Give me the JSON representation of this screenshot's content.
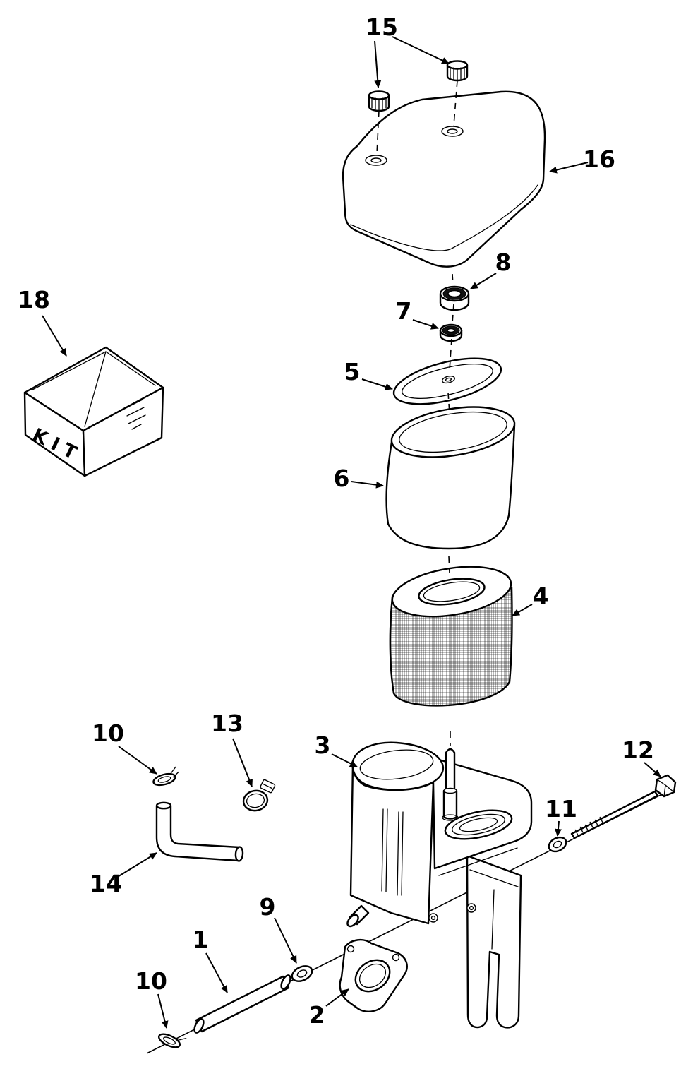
{
  "figure": {
    "subject": "air-cleaner-assembly-exploded-view",
    "colors": {
      "ink": "#000000",
      "paper": "#ffffff"
    },
    "kit_label": "KIT",
    "callouts": {
      "wing_caps": "15",
      "cover": "16",
      "grommet": "8",
      "cup_washer": "7",
      "plate": "5",
      "precleaner_element": "6",
      "filter_cartridge": "4",
      "kit_box": "18",
      "base": "3",
      "clamp_upper": "10",
      "hose_clamp": "13",
      "breather_tube": "14",
      "bolt": "12",
      "washer_bolt": "11",
      "washer_tube": "9",
      "tube": "1",
      "gasket": "2",
      "clamp_lower": "10"
    }
  }
}
